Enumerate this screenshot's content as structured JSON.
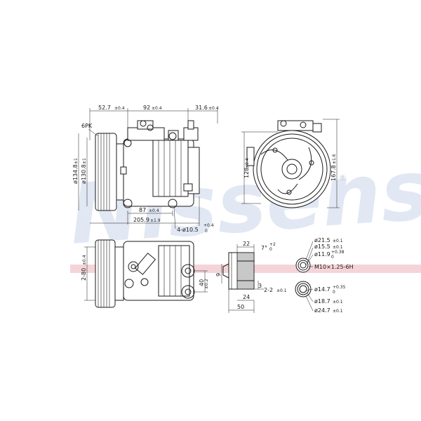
{
  "watermark": {
    "brand": "Nissens",
    "registered": "®",
    "stripe_color": "#e8a0aa",
    "text_color": "#c9d7ea"
  },
  "top_view": {
    "dim_left_top": "52.7",
    "dim_left_top_tol": "±0.4",
    "dim_mid_top": "92",
    "dim_mid_top_tol": "±0.4",
    "dim_right_top": "31.6",
    "dim_right_top_tol": "±0.4",
    "belt_label": "6PK",
    "pulley_outer": "ø134.8",
    "pulley_outer_tol": "±1",
    "pulley_inner": "ø130.8",
    "pulley_inner_tol": "±1",
    "dim_bottom_short": "87",
    "dim_bottom_short_tol": "±0.4",
    "dim_bottom_long": "205.9",
    "dim_bottom_long_tol": "±1.9",
    "holes": "4-ø10.5",
    "holes_tol_upper": "+0.4",
    "holes_tol_lower": "0"
  },
  "side_view": {
    "height_left": "128",
    "height_left_tol": "±0.4",
    "height_right": "167.8",
    "height_right_tol": "±1.6"
  },
  "bottom_view": {
    "mount_spacing": "2-80",
    "mount_spacing_tol": "±0.4",
    "port_spacing": "40",
    "port_spacing_tol": "±0.2"
  },
  "section_view": {
    "dim_top": "22",
    "angle": "7°",
    "angle_tol_upper": "+2",
    "angle_tol_lower": "0",
    "dim_left": "9",
    "dim_small": "3",
    "dim_slot": "2-2",
    "dim_slot_tol": "±0.1",
    "dim_inner": "24",
    "dim_width": "50"
  },
  "port_detail": {
    "d1": "ø21.5",
    "d1_tol": "±0.1",
    "d2": "ø15.5",
    "d2_tol": "±0.1",
    "d3": "ø11.9",
    "d3_tol_upper": "+0.38",
    "d3_tol_lower": "0",
    "thread": "M10×1.25-6H",
    "d4": "ø14.7",
    "d4_tol_upper": "+0.35",
    "d4_tol_lower": "0",
    "d5": "ø18.7",
    "d5_tol": "±0.1",
    "d6": "ø24.7",
    "d6_tol": "±0.1"
  }
}
